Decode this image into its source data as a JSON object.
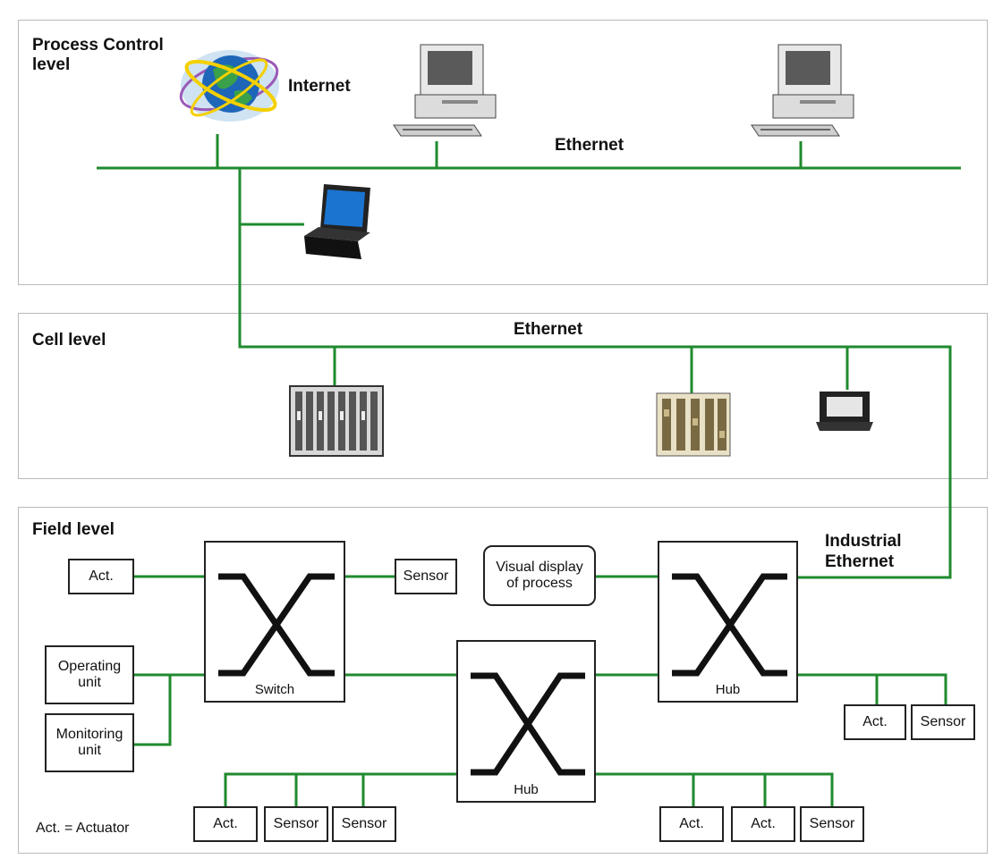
{
  "levels": {
    "process_control": "Process Control\nlevel",
    "cell": "Cell level",
    "field": "Field level"
  },
  "labels": {
    "internet": "Internet",
    "ethernet_top": "Ethernet",
    "ethernet_cell": "Ethernet",
    "industrial_ethernet": "Industrial\nEthernet"
  },
  "devices": {
    "switch": "Switch",
    "hub_center": "Hub",
    "hub_right": "Hub",
    "act_left": "Act.",
    "sensor_top": "Sensor",
    "visual_display": "Visual display\nof process",
    "operating_unit": "Operating\nunit",
    "monitoring_unit": "Monitoring\nunit",
    "act_right": "Act.",
    "sensor_right": "Sensor",
    "bottom_left": [
      "Act.",
      "Sensor",
      "Sensor"
    ],
    "bottom_right": [
      "Act.",
      "Act.",
      "Sensor"
    ]
  },
  "legend": "Act. = Actuator",
  "colors": {
    "wire": "#1f8a2e",
    "border": "#222222",
    "panel_border": "#b9b9b9"
  },
  "icons": [
    "globe-icon",
    "desktop-computer-icon",
    "laptop-icon",
    "rack-controller-icon",
    "plc-module-icon",
    "operator-terminal-icon"
  ]
}
